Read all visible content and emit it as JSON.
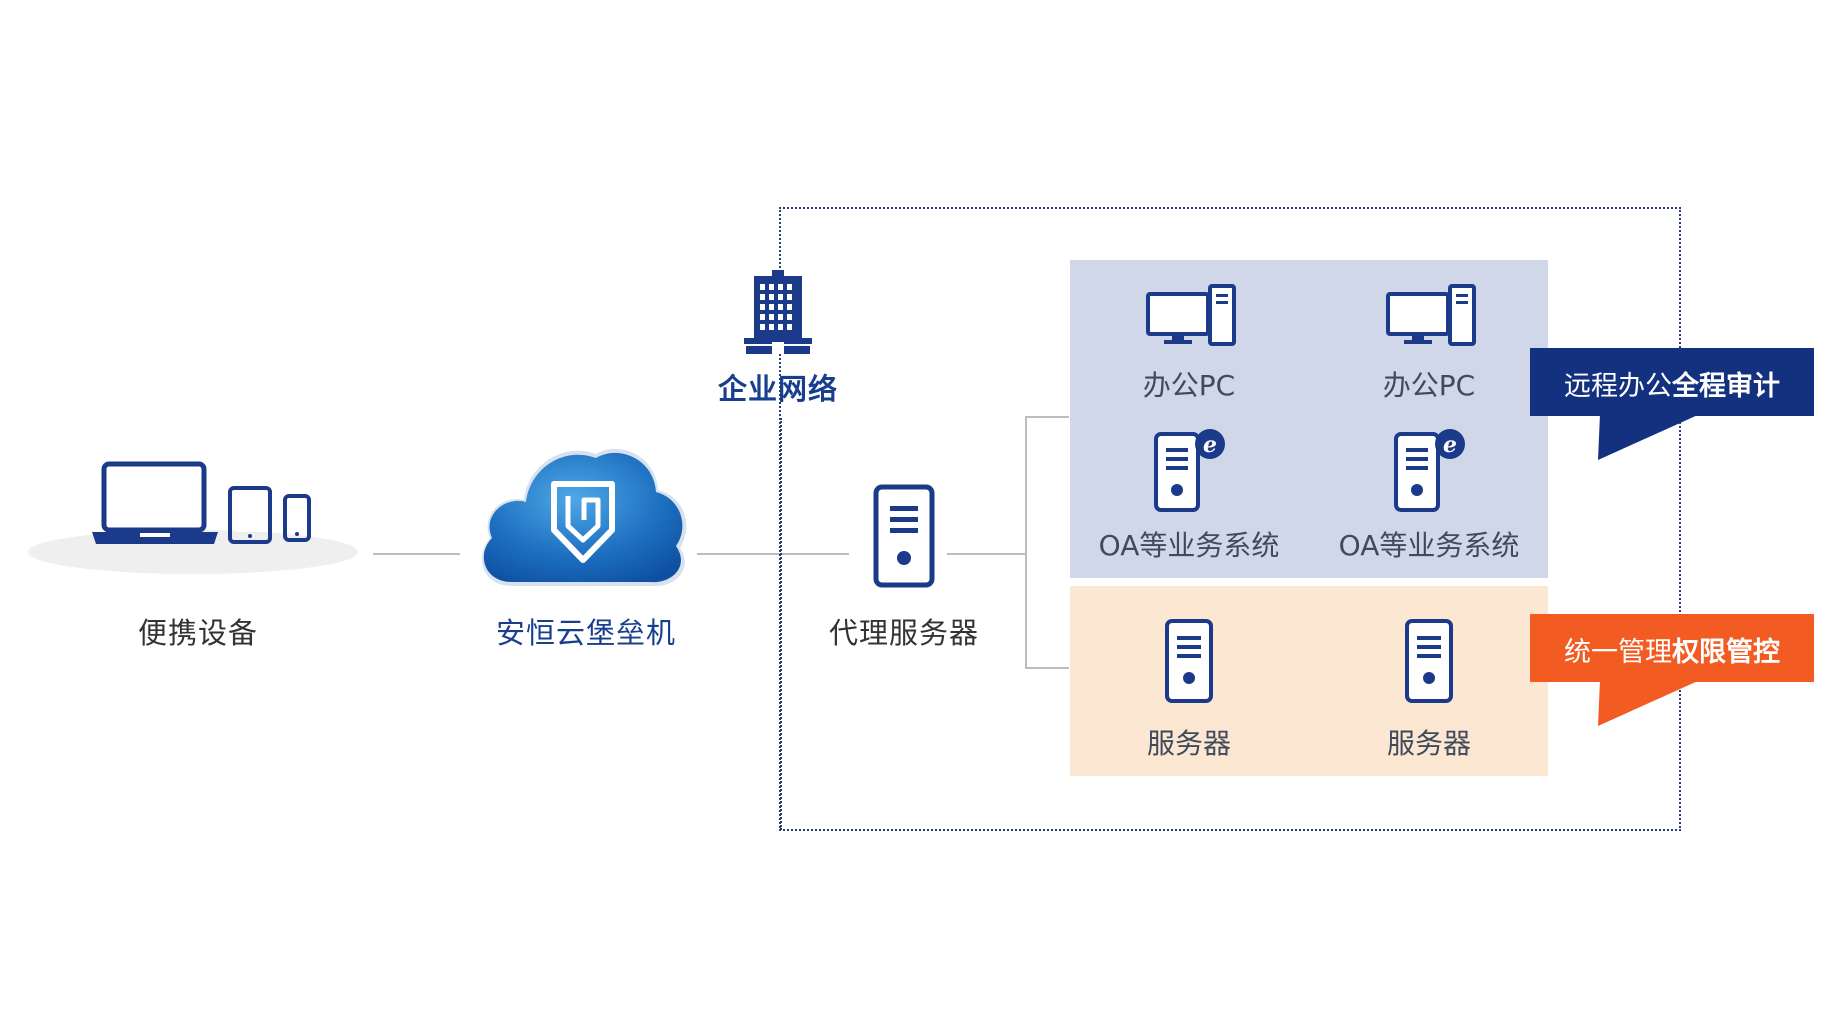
{
  "devices": {
    "portable_label": "便携设备",
    "bastion_label": "安恒云堡垒机",
    "proxy_label": "代理服务器"
  },
  "enterprise": {
    "label": "企业网络"
  },
  "office_zone": {
    "pc_labels": [
      "办公PC",
      "办公PC"
    ],
    "oa_labels": [
      "OA等业务系统",
      "OA等业务系统"
    ],
    "color": "#d0d7e8"
  },
  "server_zone": {
    "server_labels": [
      "服务器",
      "服务器"
    ],
    "color": "#fce8d2"
  },
  "callouts": {
    "audit": {
      "normal": "远程办公",
      "bold": "全程审计",
      "color": "#13317e"
    },
    "permission": {
      "normal": "统一管理",
      "bold": "权限管控",
      "color": "#f25b22"
    }
  },
  "colors": {
    "icon_navy": "#1b3a8a",
    "connector": "#bdbdbd",
    "border_dotted": "#2a3f7a"
  },
  "icons": {
    "laptop": "laptop-icon",
    "tablet": "tablet-icon",
    "phone": "phone-icon",
    "cloud": "cloud-shield-icon",
    "building": "building-icon",
    "server": "server-icon",
    "desktop": "desktop-pc-icon",
    "ie": "ie-logo-icon"
  }
}
